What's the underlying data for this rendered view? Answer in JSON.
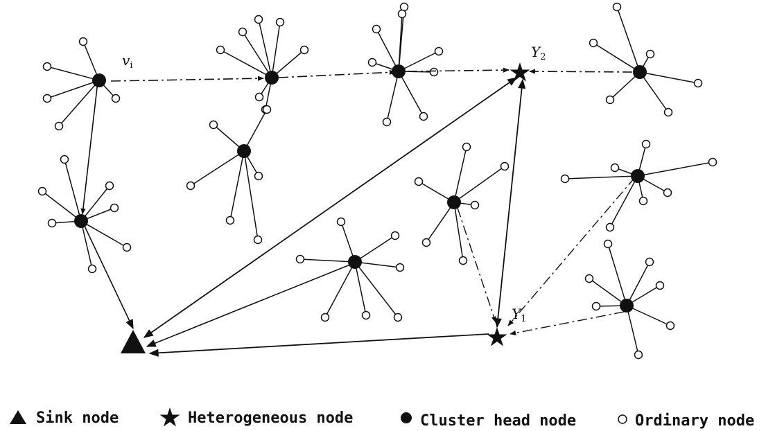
{
  "labels": {
    "v": "v",
    "v_sub": "i",
    "y": "Y",
    "y1_sub": "1",
    "y2_sub": "2"
  },
  "legend": {
    "sink": "Sink node",
    "heterogeneous": "Heterogeneous node",
    "cluster_head": "Cluster head node",
    "ordinary": "Ordinary node"
  }
}
